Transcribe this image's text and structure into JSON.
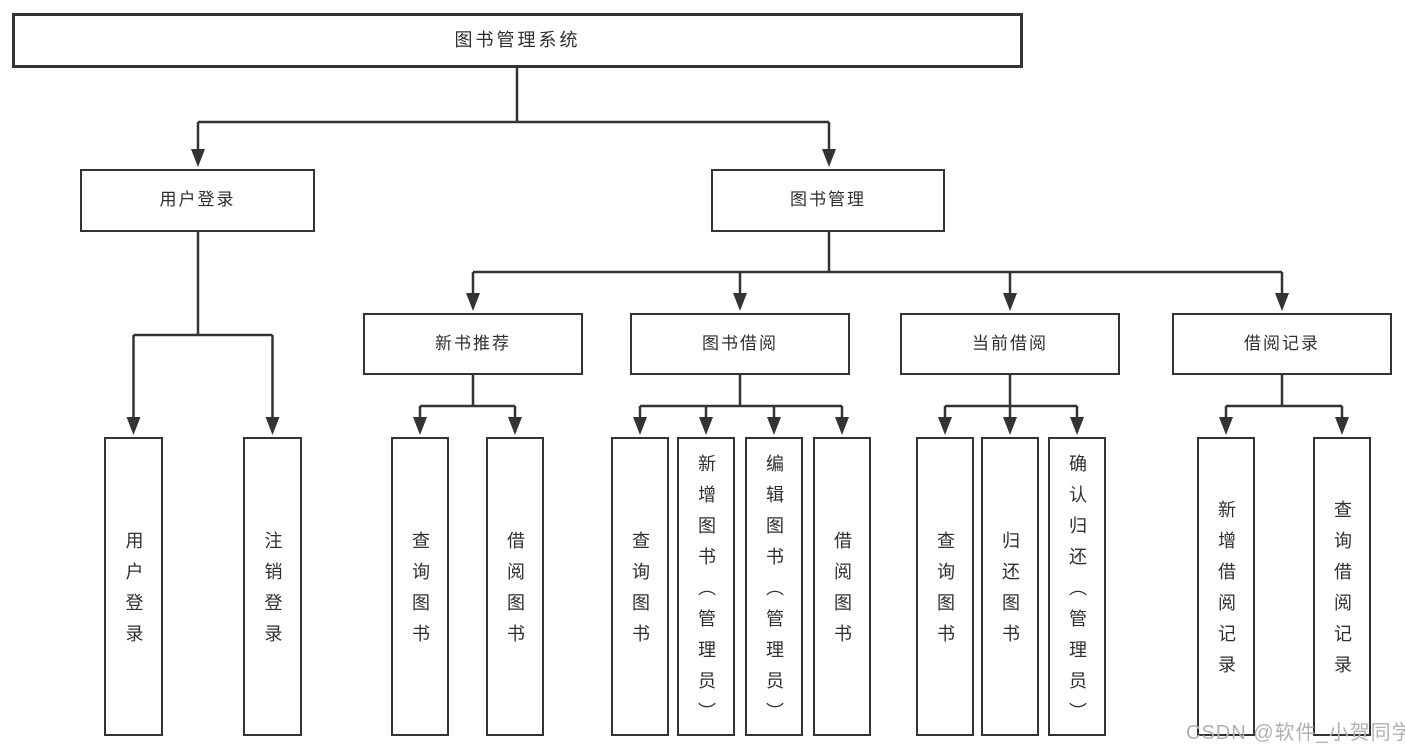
{
  "tree": {
    "root": {
      "label": "图书管理系统"
    },
    "branches": [
      {
        "label": "用户登录",
        "leaves": [
          {
            "label": "用户登录"
          },
          {
            "label": "注销登录"
          }
        ]
      },
      {
        "label": "图书管理",
        "groups": [
          {
            "label": "新书推荐",
            "leaves": [
              {
                "label": "查询图书"
              },
              {
                "label": "借阅图书"
              }
            ]
          },
          {
            "label": "图书借阅",
            "leaves": [
              {
                "label": "查询图书"
              },
              {
                "label": "新增图书（管理员）"
              },
              {
                "label": "编辑图书（管理员）"
              },
              {
                "label": "借阅图书"
              }
            ]
          },
          {
            "label": "当前借阅",
            "leaves": [
              {
                "label": "查询图书"
              },
              {
                "label": "归还图书"
              },
              {
                "label": "确认归还（管理员）"
              }
            ]
          },
          {
            "label": "借阅记录",
            "leaves": [
              {
                "label": "新增借阅记录"
              },
              {
                "label": "查询借阅记录"
              }
            ]
          }
        ]
      }
    ]
  },
  "watermark": {
    "text": "CSDN @软件_小贺同学"
  },
  "colors": {
    "line": "#333333",
    "box_border": "#333333",
    "text": "#2f2f2f",
    "watermark": "#b3b1b0",
    "background": "#ffffff"
  }
}
